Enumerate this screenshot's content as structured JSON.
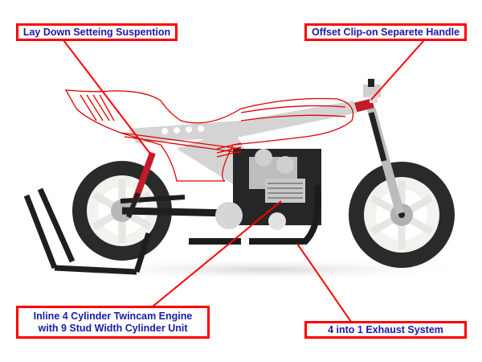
{
  "diagram": {
    "subject": "Technic motorcycle model",
    "colors": {
      "callout_border": "#ff0000",
      "callout_text": "#1a1aa8",
      "leader_line": "#ff0000",
      "body_outline": "#e00000"
    },
    "callouts": [
      {
        "id": "suspension",
        "lines": [
          "Lay Down Setteing Suspention"
        ]
      },
      {
        "id": "handle",
        "lines": [
          "Offset Clip-on Separete Handle"
        ]
      },
      {
        "id": "engine",
        "lines": [
          "Inline 4 Cylinder Twincam Engine",
          "with 9 Stud Width Cylinder Unit"
        ]
      },
      {
        "id": "exhaust",
        "lines": [
          "4 into 1 Exhaust System"
        ]
      }
    ]
  }
}
